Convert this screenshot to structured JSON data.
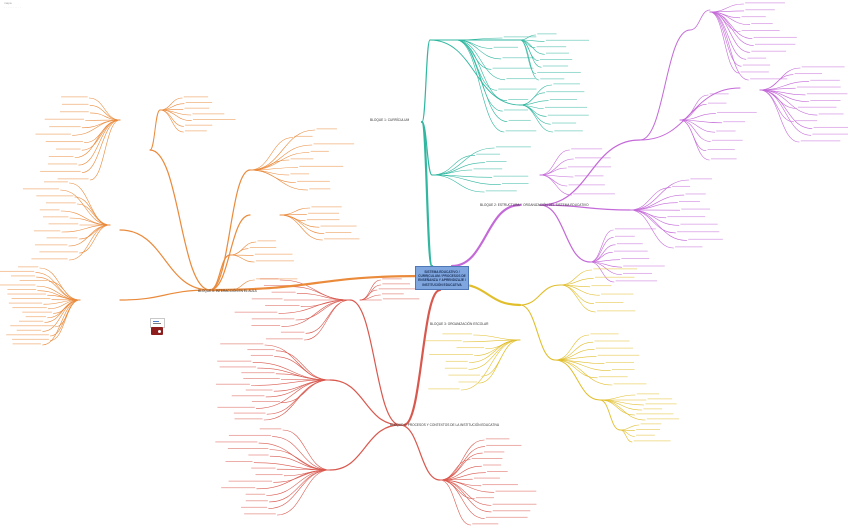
{
  "page": {
    "corner_title_lines": [
      "mapa",
      "· · · ·  · ·  ·· ·  ·"
    ]
  },
  "central_topic": {
    "label": "SISTEMA EDUCATIVO / CURRICULUM / PROCESOS DE ENSEÑANZA Y APRENDIZAJE / INSTITUCIÓN EDUCATIVA"
  },
  "colors": {
    "teal": "#31b7a0",
    "purple": "#c469d8",
    "gold": "#e1be2c",
    "red": "#d9584e",
    "orange": "#ea8a3b",
    "central_fill": "#7fa6df"
  },
  "branches": {
    "teal": {
      "label": "BLOQUE 1: CURRÍCULUM"
    },
    "purple": {
      "label": "BLOQUE 2: ESTRUCTURA Y ORGANIZACIÓN DEL SISTEMA EDUCATIVO"
    },
    "gold": {
      "label": "BLOQUE 3: ORGANIZACIÓN ESCOLAR"
    },
    "red": {
      "label": "BLOQUE 4: PROCESOS Y CONTEXTOS DE LA INSTITUCIÓN EDUCATIVA"
    },
    "orange": {
      "label": "BLOQUE 5: INTERACCIÓN EN EL AULA"
    }
  },
  "icons": {
    "card": "document-card-icon",
    "badge": "brand-logo-icon"
  }
}
